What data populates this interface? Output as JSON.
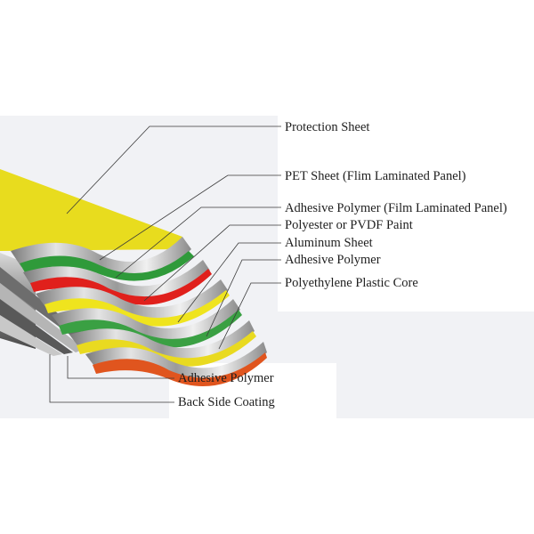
{
  "labels": {
    "protection_sheet": "Protection Sheet",
    "pet_sheet": "PET Sheet (Flim Laminated Panel)",
    "adhesive_polymer_film": "Adhesive Polymer (Film Laminated Panel)",
    "polyester_pvdf_paint": "Polyester or PVDF Paint",
    "aluminum_sheet": "Aluminum Sheet",
    "adhesive_polymer_top": "Adhesive Polymer",
    "polyethylene_core": "Polyethylene Plastic Core",
    "adhesive_polymer_bottom": "Adhesive Polymer",
    "back_side_coating": "Back Side Coating"
  },
  "colors": {
    "protection_yellow": "#e8dc1e",
    "pet_green": "#2f9a3a",
    "adhesive_red": "#e0201c",
    "paint_yellow": "#efe41e",
    "aluminum_green": "#3aa043",
    "polymer_yellow": "#e9da20",
    "core_orange": "#e0551e",
    "panel_background": "#f1f2f5"
  }
}
